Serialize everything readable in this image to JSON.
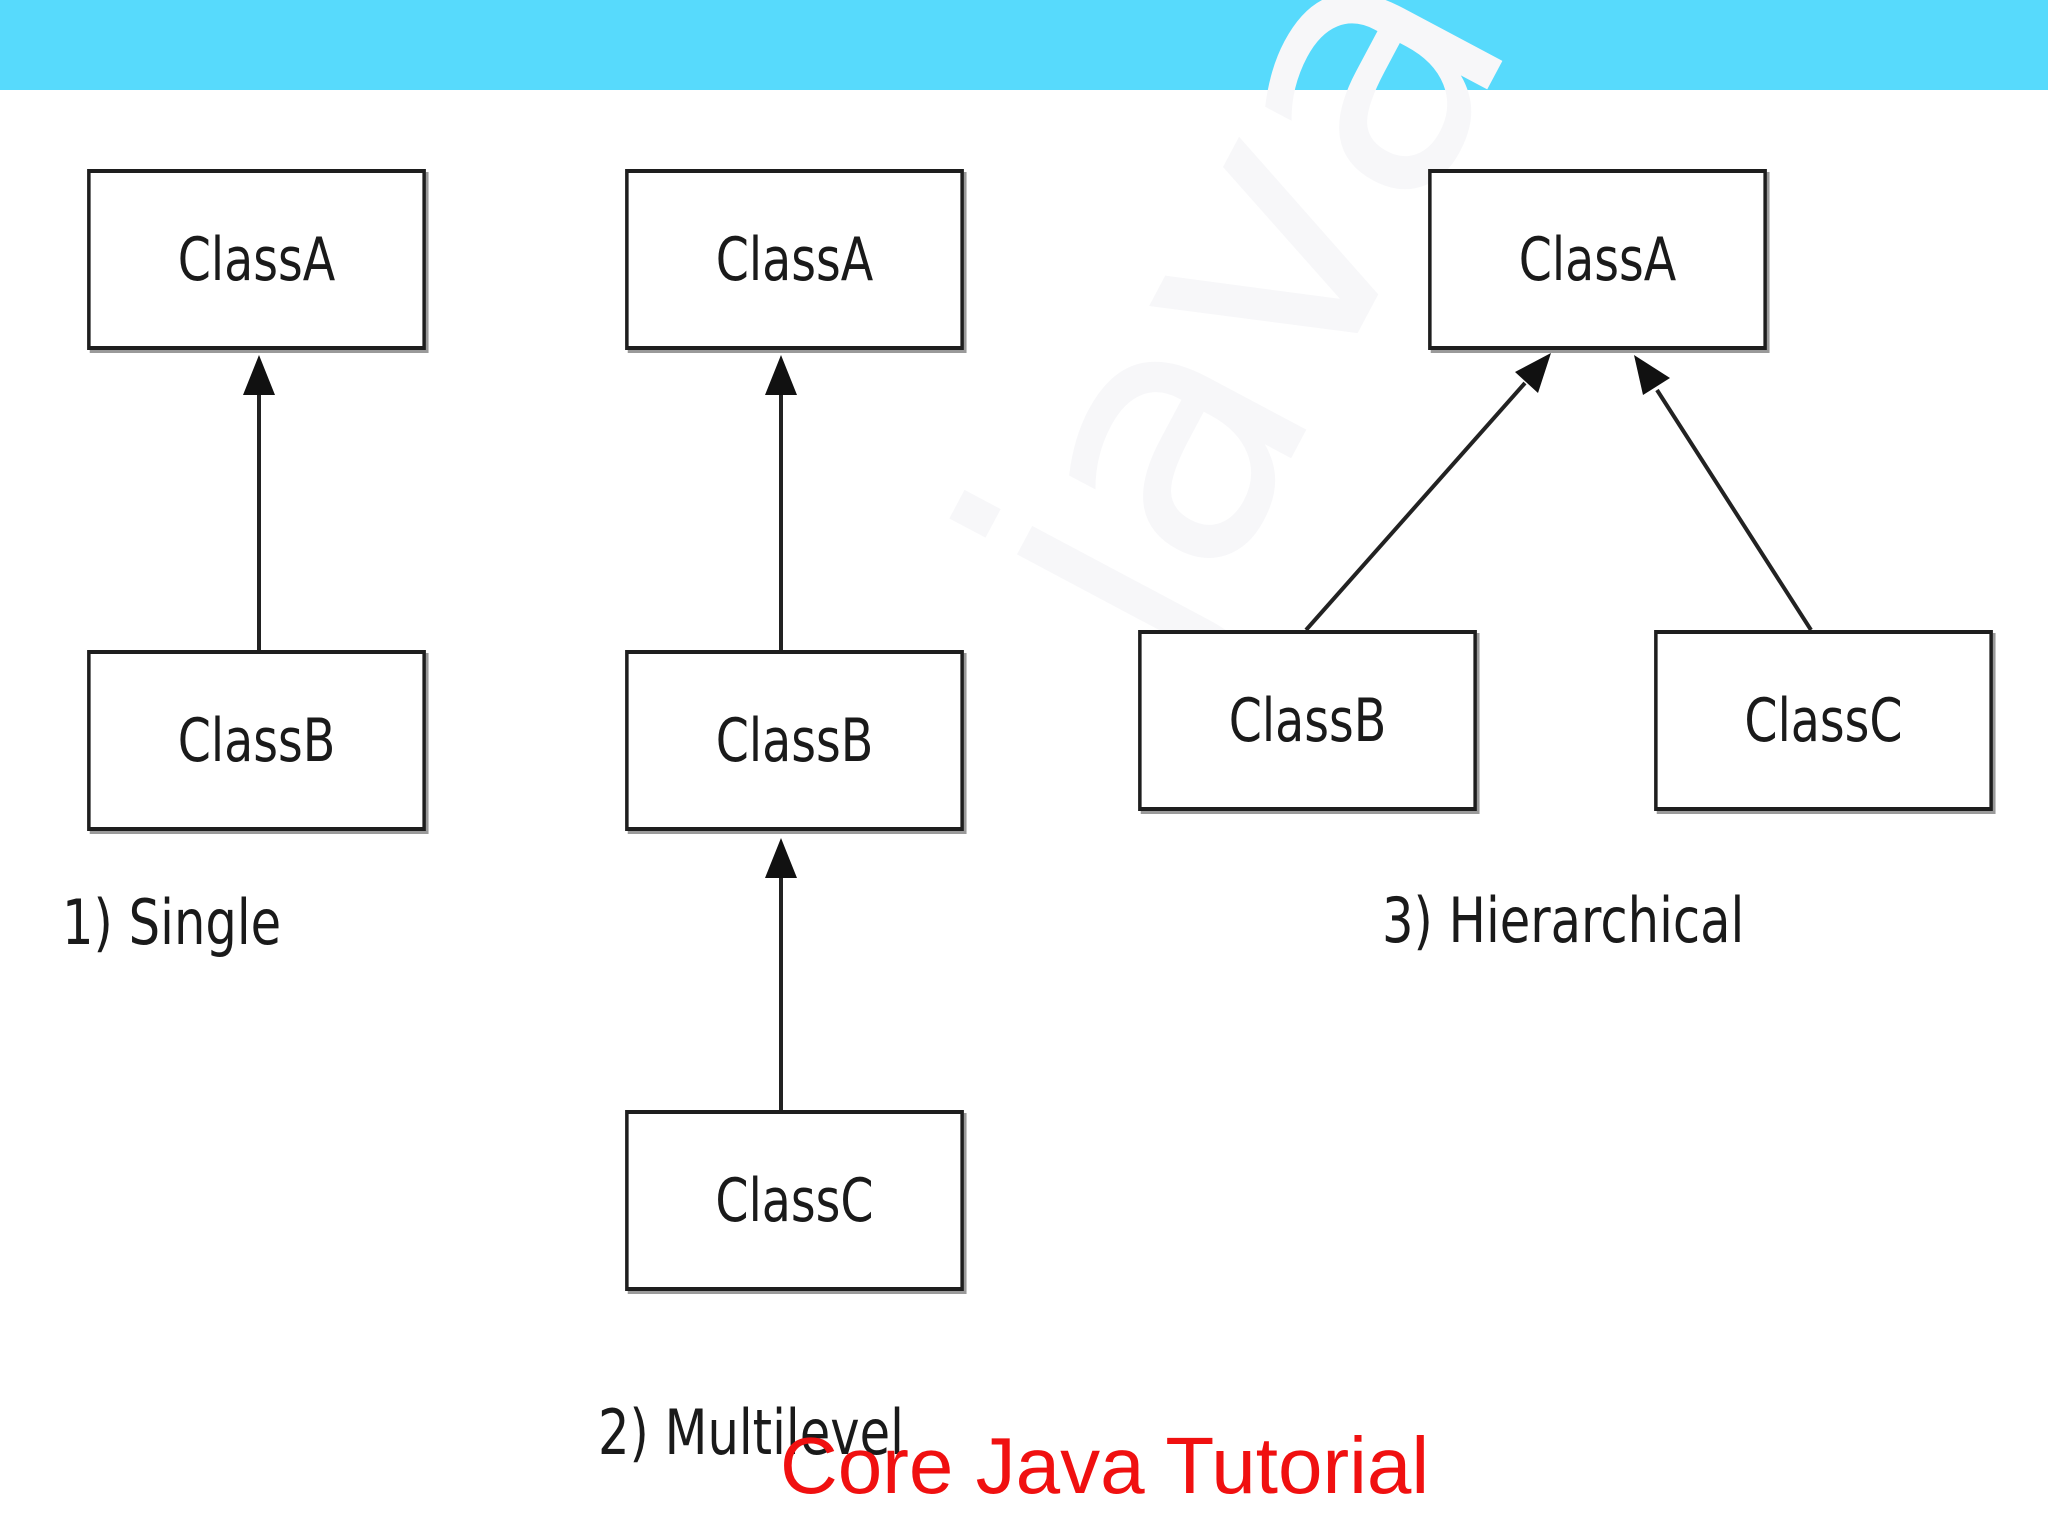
{
  "diagrams": {
    "single": {
      "caption": "1) Single",
      "parent": "ClassA",
      "child": "ClassB"
    },
    "multilevel": {
      "caption": "2) Multilevel",
      "top": "ClassA",
      "middle": "ClassB",
      "bottom": "ClassC"
    },
    "hierarchical": {
      "caption": "3) Hierarchical",
      "parent": "ClassA",
      "child_left": "ClassB",
      "child_right": "ClassC"
    }
  },
  "watermark": "javatpoint",
  "footer": {
    "title": "Core Java Tutorial"
  },
  "colors": {
    "top_bar": "#57dafc",
    "footer_text": "#f01010"
  }
}
